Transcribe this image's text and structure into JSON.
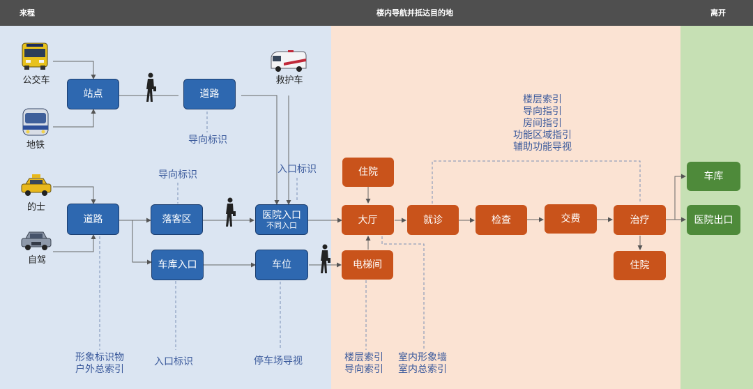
{
  "header": {
    "left": "来程",
    "center": "楼内导航并抵达目的地",
    "right": "离开"
  },
  "colors": {
    "arrival_zone": "#dbe5f2",
    "indoor_zone": "#fbe3d3",
    "exit_zone": "#c6e0b4",
    "blue_node": "#2e68b0",
    "orange_node": "#c9531b",
    "green_node": "#4e8a3a",
    "header": "#4f4f4f",
    "label": "#3b5a9c"
  },
  "vehicles": {
    "bus": "公交车",
    "metro": "地铁",
    "taxi": "的士",
    "car": "自驾",
    "ambulance": "救护车"
  },
  "nodes": {
    "station": "站点",
    "road_top": "道路",
    "road_mid": "道路",
    "dropoff": "落客区",
    "hospital_entrance": "医院入口",
    "hospital_entrance_sub": "不同入口",
    "garage_entrance": "车库入口",
    "parking_space": "车位",
    "inpatient_top": "住院",
    "lobby": "大厅",
    "elevator": "电梯间",
    "consult": "就诊",
    "exam": "检查",
    "payment": "交费",
    "treatment": "治疗",
    "inpatient_bottom": "住院",
    "garage_exit": "车库",
    "hospital_exit": "医院出口"
  },
  "labels": {
    "guide_top": "导向标识",
    "guide_mid": "导向标识",
    "entrance_sign_top": "入口标识",
    "indoor_signs": [
      "楼层索引",
      "导向指引",
      "房间指引",
      "功能区域指引",
      "辅助功能导视"
    ],
    "outdoor_signs": [
      "形象标识物",
      "户外总索引"
    ],
    "entrance_sign_bottom": "入口标识",
    "parking_guide": "停车场导视",
    "floor_signs": [
      "楼层索引",
      "导向索引"
    ],
    "lobby_signs": [
      "室内形象墙",
      "室内总索引"
    ]
  },
  "icons": [
    "bus-icon",
    "metro-icon",
    "taxi-icon",
    "car-icon",
    "ambulance-icon",
    "walking-person-icon"
  ]
}
